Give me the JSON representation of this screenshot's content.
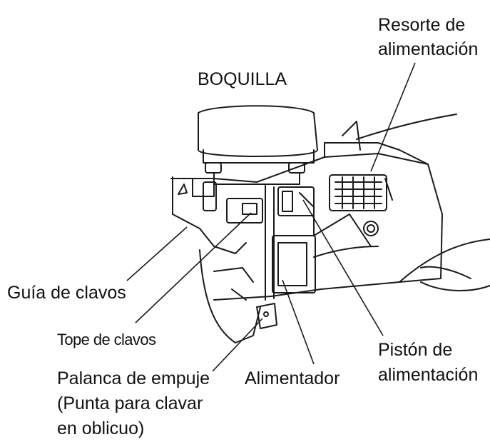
{
  "labels": {
    "boquilla": "BOQUILLA",
    "resorte_line1": "Resorte de",
    "resorte_line2": "alimentación",
    "guia": "Guía de clavos",
    "tope": "Tope de clavos",
    "palanca_line1": "Palanca de empuje",
    "palanca_line2": "(Punta para clavar",
    "palanca_line3": "en oblicuo)",
    "alimentador": "Alimentador",
    "piston_line1": "Pistón de",
    "piston_line2": "alimentación"
  },
  "colors": {
    "line": "#1a1a1a",
    "background": "#ffffff"
  }
}
